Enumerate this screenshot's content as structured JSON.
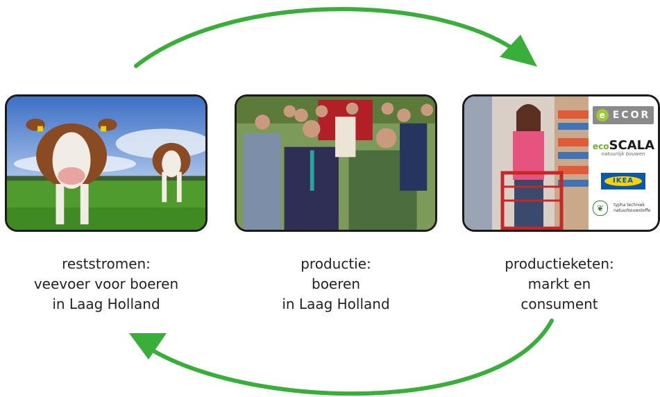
{
  "captions": {
    "left": [
      "reststromen:",
      "veevoer voor boeren",
      "in Laag Holland"
    ],
    "middle": [
      "productie:",
      "boeren",
      "in Laag Holland"
    ],
    "right": [
      "productieketen:",
      "markt en",
      "consument"
    ]
  },
  "logos": {
    "ecor_e": "e",
    "ecor": "ECOR",
    "eco": "eco",
    "scala": "SCALA",
    "scala_sub": "natuurlijk bouwen",
    "ikea": "IKEA",
    "typha_line1": "typha techniek",
    "typha_line2": "natuurbouwstoffe"
  },
  "colors": {
    "arrow": "#3aae3a",
    "border": "#1a1a1a"
  }
}
